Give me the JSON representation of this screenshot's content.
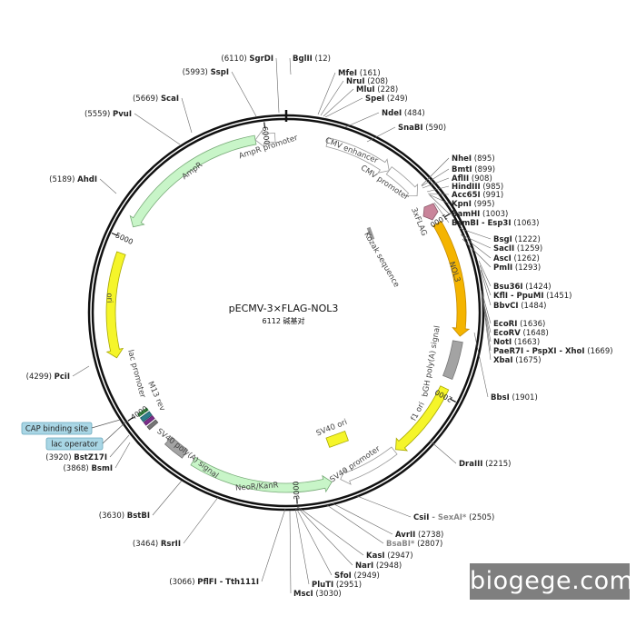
{
  "plasmid": {
    "name": "pECMV-3×FLAG-NOL3",
    "size_label": "6112 碱基对",
    "length": 6112
  },
  "ticks": [
    "1000",
    "2000",
    "3000",
    "4000",
    "5000",
    "6000"
  ],
  "sites": [
    {
      "pos": "(12)",
      "name": "BglII"
    },
    {
      "pos": "(161)",
      "name": "MfeI"
    },
    {
      "pos": "(208)",
      "name": "NruI"
    },
    {
      "pos": "(228)",
      "name": "MluI"
    },
    {
      "pos": "(249)",
      "name": "SpeI"
    },
    {
      "pos": "(484)",
      "name": "NdeI"
    },
    {
      "pos": "(590)",
      "name": "SnaBI"
    },
    {
      "pos": "(895)",
      "name": "NheI"
    },
    {
      "pos": "(899)",
      "name": "BmtI"
    },
    {
      "pos": "(908)",
      "name": "AflII"
    },
    {
      "pos": "(985)",
      "name": "HindIII"
    },
    {
      "pos": "(991)",
      "name": "Acc65I"
    },
    {
      "pos": "(995)",
      "name": "KpnI"
    },
    {
      "pos": "(1003)",
      "name": "BamHI"
    },
    {
      "pos": "(1063)",
      "name": "BsmBI - Esp3I"
    },
    {
      "pos": "(1222)",
      "name": "BsgI"
    },
    {
      "pos": "(1259)",
      "name": "SacII"
    },
    {
      "pos": "(1262)",
      "name": "AscI"
    },
    {
      "pos": "(1293)",
      "name": "PmlI"
    },
    {
      "pos": "(1424)",
      "name": "Bsu36I"
    },
    {
      "pos": "(1451)",
      "name": "KflI - PpuMI"
    },
    {
      "pos": "(1484)",
      "name": "BbvCI"
    },
    {
      "pos": "(1636)",
      "name": "EcoRI"
    },
    {
      "pos": "(1648)",
      "name": "EcoRV"
    },
    {
      "pos": "(1663)",
      "name": "NotI"
    },
    {
      "pos": "(1669)",
      "name": "PaeR7I - PspXI - XhoI"
    },
    {
      "pos": "(1675)",
      "name": "XbaI"
    },
    {
      "pos": "(1901)",
      "name": "BbsI"
    },
    {
      "pos": "(2215)",
      "name": "DraIII"
    },
    {
      "pos": "(2505)",
      "name": "CsiI",
      "extra": " - SexAI*"
    },
    {
      "pos": "(2738)",
      "name": "AvrII"
    },
    {
      "pos": "(2807)",
      "name": "BsaBI*",
      "gray": true
    },
    {
      "pos": "(2947)",
      "name": "KasI"
    },
    {
      "pos": "(2948)",
      "name": "NarI"
    },
    {
      "pos": "(2949)",
      "name": "SfoI"
    },
    {
      "pos": "(2951)",
      "name": "PluTI"
    },
    {
      "pos": "(3030)",
      "name": "MscI"
    },
    {
      "pos": "(3066)",
      "name": "PflFI - Tth111I"
    },
    {
      "pos": "(3464)",
      "name": "RsrII"
    },
    {
      "pos": "(3630)",
      "name": "BstBI"
    },
    {
      "pos": "(3868)",
      "name": "BsmI"
    },
    {
      "pos": "(3920)",
      "name": "BstZ17I"
    },
    {
      "pos": "(4299)",
      "name": "PciI"
    },
    {
      "pos": "(5189)",
      "name": "AhdI"
    },
    {
      "pos": "(5559)",
      "name": "PvuI"
    },
    {
      "pos": "(5669)",
      "name": "ScaI"
    },
    {
      "pos": "(5993)",
      "name": "SspI"
    },
    {
      "pos": "(6110)",
      "name": "SgrDI"
    }
  ],
  "features": [
    {
      "name": "CMV enhancer",
      "color": "#ffffff",
      "stroke": "#999999"
    },
    {
      "name": "CMV promoter",
      "color": "#ffffff",
      "stroke": "#999999"
    },
    {
      "name": "3xFLAG",
      "color": "#c9849a",
      "stroke": "#8a5a6a"
    },
    {
      "name": "Kozak sequence",
      "color": "#999999",
      "stroke": "#777777"
    },
    {
      "name": "NOL3",
      "color": "#f4b400",
      "stroke": "#c48a00"
    },
    {
      "name": "bGH poly(A) signal",
      "color": "#a3a3a3",
      "stroke": "#777777"
    },
    {
      "name": "f1 ori",
      "color": "#f5f52a",
      "stroke": "#a8a800"
    },
    {
      "name": "SV40 ori",
      "color": "#f5f52a",
      "stroke": "#a8a800"
    },
    {
      "name": "SV40 promoter",
      "color": "#ffffff",
      "stroke": "#999999"
    },
    {
      "name": "NeoR/KanR",
      "color": "#c8f5c8",
      "stroke": "#77aa77"
    },
    {
      "name": "SV40 poly(A) signal",
      "color": "#a3a3a3",
      "stroke": "#777777"
    },
    {
      "name": "M13 rev",
      "color": "#777777",
      "stroke": "#555555"
    },
    {
      "name": "lac operator",
      "color": "#7c2d8a",
      "stroke": "#5a1f66"
    },
    {
      "name": "lac promoter",
      "color": "#2e7d8a",
      "stroke": "#1f5a66"
    },
    {
      "name": "CAP binding site",
      "color": "#3aa34a",
      "stroke": "#287533"
    },
    {
      "name": "ori",
      "color": "#f5f52a",
      "stroke": "#a8a800"
    },
    {
      "name": "AmpR",
      "color": "#c8f5c8",
      "stroke": "#77aa77"
    },
    {
      "name": "AmpR promoter",
      "color": "#ffffff",
      "stroke": "#999999"
    }
  ],
  "label_boxes": {
    "cap_binding_site": "CAP binding site",
    "lac_operator": "lac operator",
    "color": "#a9d6e5"
  },
  "watermark": "biogege.com"
}
